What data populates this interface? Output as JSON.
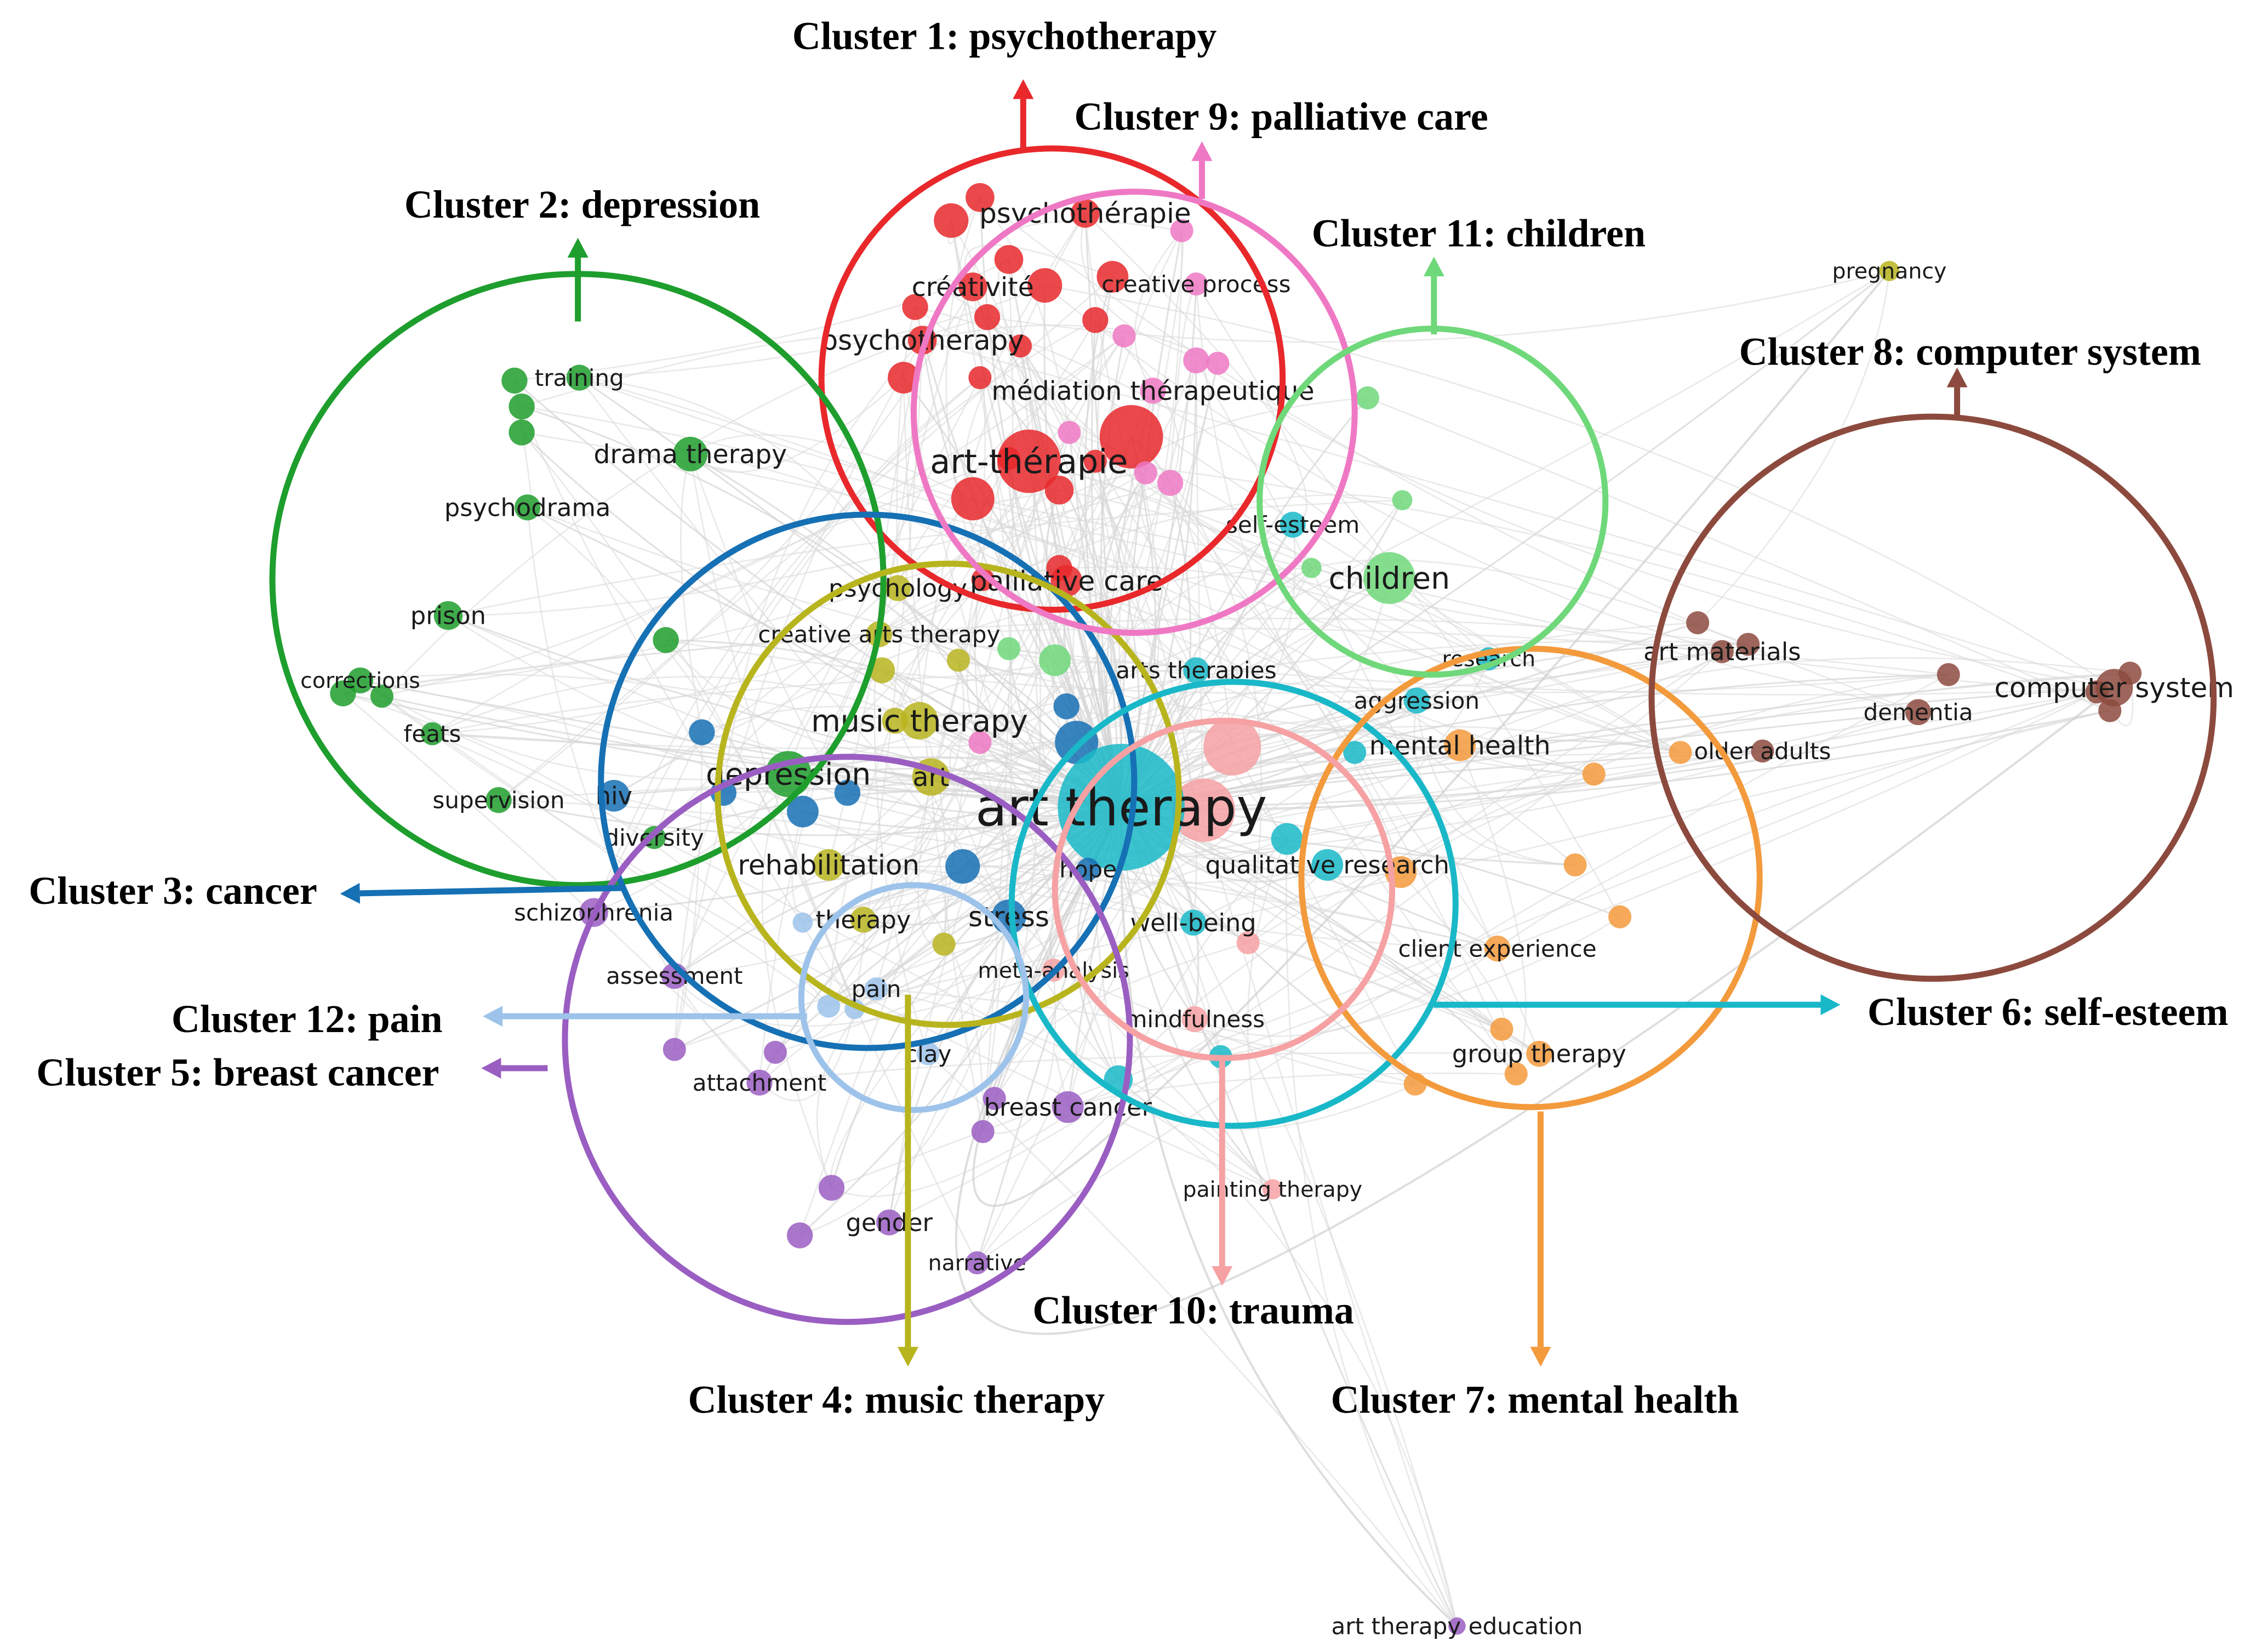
{
  "clusters": [
    {
      "id": 1,
      "label": "Cluster 1: psychotherapy",
      "color": "#e8282b"
    },
    {
      "id": 2,
      "label": "Cluster 2: depression",
      "color": "#1e9e2d"
    },
    {
      "id": 3,
      "label": "Cluster 3: cancer",
      "color": "#1670b4"
    },
    {
      "id": 4,
      "label": "Cluster 4: music therapy",
      "color": "#b8b41e"
    },
    {
      "id": 5,
      "label": "Cluster 5: breast cancer",
      "color": "#9a5ec2"
    },
    {
      "id": 6,
      "label": "Cluster 6: self-esteem",
      "color": "#19b8c8"
    },
    {
      "id": 7,
      "label": "Cluster 7: mental health",
      "color": "#f39a3c"
    },
    {
      "id": 8,
      "label": "Cluster 8: computer system",
      "color": "#8c4a3e"
    },
    {
      "id": 9,
      "label": "Cluster 9: palliative care",
      "color": "#ef78c4"
    },
    {
      "id": 10,
      "label": "Cluster 10: trauma",
      "color": "#f6a1a3"
    },
    {
      "id": 11,
      "label": "Cluster 11: children",
      "color": "#6fd87a"
    },
    {
      "id": 12,
      "label": "Cluster 12: pain",
      "color": "#9dc3ea"
    }
  ],
  "keywords": [
    "psychothérapie",
    "créativité",
    "creative process",
    "psychotherapy",
    "médiation thérapeutique",
    "art-thérapie",
    "self-esteem",
    "children",
    "psychology",
    "palliative care",
    "creative arts therapy",
    "arts therapies",
    "research",
    "aggression",
    "mental health",
    "music therapy",
    "depression",
    "art",
    "art therapy",
    "rehabilitation",
    "hope",
    "qualitative research",
    "therapy",
    "stress",
    "well-being",
    "meta-analysis",
    "pain",
    "mindfulness",
    "clay",
    "breast cancer",
    "painting therapy",
    "training",
    "drama therapy",
    "psychodrama",
    "prison",
    "corrections",
    "feats",
    "supervision",
    "hiv",
    "diversity",
    "schizophrenia",
    "assessment",
    "attachment",
    "gender",
    "narrative",
    "client experience",
    "group therapy",
    "pregnancy",
    "art materials",
    "dementia",
    "older adults",
    "computer system",
    "art therapy education"
  ]
}
